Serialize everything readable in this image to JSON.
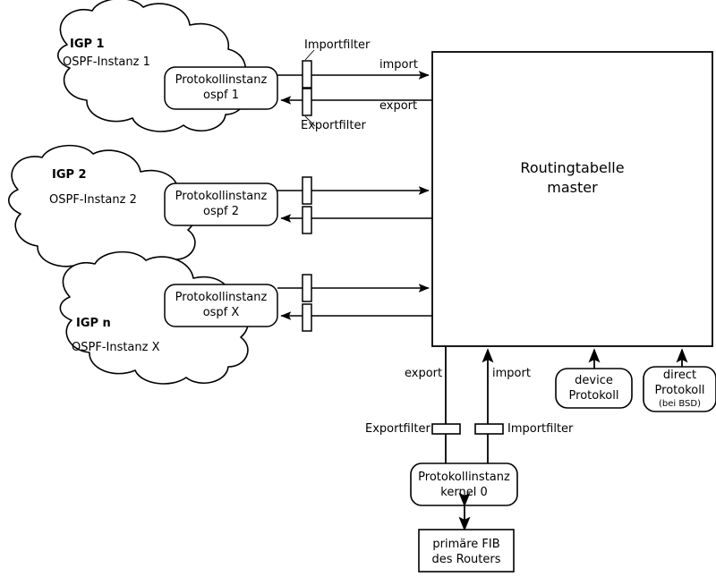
{
  "diagram": {
    "title_hidden": "",
    "stroke_color": "#000000",
    "fill_color": "#ffffff",
    "clouds": [
      {
        "title": "IGP 1",
        "subtitle": "OSPF-Instanz 1"
      },
      {
        "title": "IGP 2",
        "subtitle": "OSPF-Instanz 2"
      },
      {
        "title": "IGP n",
        "subtitle": "OSPF-Instanz X"
      }
    ],
    "protocol_instances": [
      {
        "line1": "Protokollinstanz",
        "line2": "ospf 1"
      },
      {
        "line1": "Protokollinstanz",
        "line2": "ospf 2"
      },
      {
        "line1": "Protokollinstanz",
        "line2": "ospf X"
      }
    ],
    "routing_table": {
      "line1": "Routingtabelle",
      "line2": "master"
    },
    "top_filters": {
      "import_label": "Importfilter",
      "export_label": "Exportfilter"
    },
    "arrow_labels": {
      "import": "import",
      "export": "export"
    },
    "bottom": {
      "export_flow_label": "export",
      "import_flow_label": "import",
      "export_filter_label": "Exportfilter",
      "import_filter_label": "Importfilter",
      "kernel": {
        "line1": "Protokollinstanz",
        "line2": "kernel 0"
      },
      "fib": {
        "line1": "primäre FIB",
        "line2": "des Routers"
      }
    },
    "side_protocols": [
      {
        "line1": "device",
        "line2": "Protokoll",
        "line3": ""
      },
      {
        "line1": "direct",
        "line2": "Protokoll",
        "line3": "(bei BSD)"
      }
    ]
  }
}
